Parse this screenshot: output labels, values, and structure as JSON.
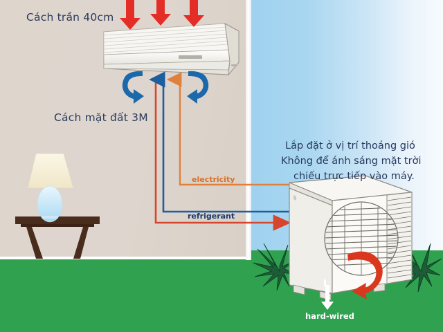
{
  "diagram": {
    "title_indoor_ceiling": "Cách trần 40cm",
    "title_indoor_ground": "Cách mặt đất 3M",
    "outdoor_note_line1": "Lắp đặt ở vị trí thoáng gió",
    "outdoor_note_line2": "Không để ánh sáng mặt trời",
    "outdoor_note_line3": "chiếu trực tiếp vào máy.",
    "label_electricity": "electricity",
    "label_refrigerant": "refrigerant",
    "label_hardwired": "hard-wired"
  },
  "colors": {
    "wall_interior": "#ded6ce",
    "sky": "#a8d6f0",
    "ground_green": "#2fa14f",
    "text_navy": "#2b3a5c",
    "electricity_orange": "#d9702a",
    "refrigerant_navy": "#1c3c6e",
    "red_arrow": "#e32d26",
    "blue_swirl": "#1b69ab",
    "red_swirl": "#d9381e",
    "unit_body": "#f4f2ee",
    "table_brown": "#4a2c1c",
    "lamp_shade": "#f6eed8",
    "lamp_base": "#bfe0f2",
    "plant_green": "#1d5c36"
  },
  "icons": {
    "red_down_arrow": "red-down-arrow-icon",
    "blue_swirl_arrow": "blue-swirl-arrow-icon",
    "red_swirl_arrow": "red-swirl-arrow-icon",
    "white_down_arrow": "white-down-arrow-icon",
    "indoor_unit": "indoor-ac-unit-icon",
    "outdoor_unit": "outdoor-ac-condenser-icon",
    "lamp": "table-lamp-icon",
    "table": "side-table-icon",
    "plant": "plant-bush-icon"
  }
}
